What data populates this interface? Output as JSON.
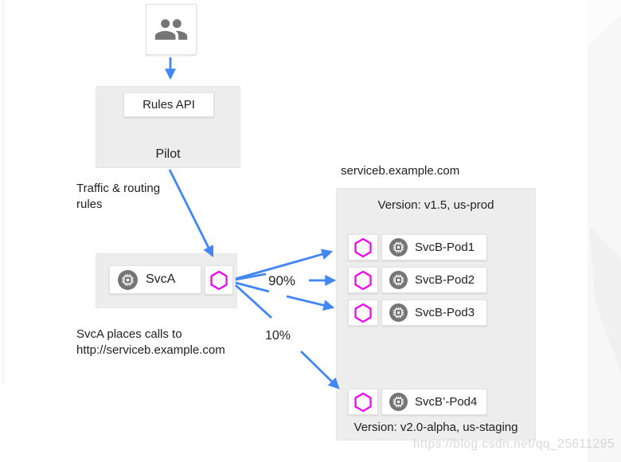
{
  "colors": {
    "arrow_blue": "#4285F4",
    "hex_magenta": "#EE00EE",
    "panel_gray": "#EDEDED",
    "icon_gray": "#757575",
    "text_dark": "#212121"
  },
  "pilot": {
    "rules_api_label": "Rules API",
    "pilot_label": "Pilot"
  },
  "labels": {
    "traffic_rules_line1": "Traffic & routing",
    "traffic_rules_line2": "rules",
    "svca_caption_line1": "SvcA places calls to",
    "svca_caption_line2": "http://serviceb.example.com",
    "split_major": "90%",
    "split_minor": "10%"
  },
  "svca": {
    "label": "SvcA"
  },
  "serviceb": {
    "domain": "serviceb.example.com",
    "prod_version": "Version: v1.5, us-prod",
    "staging_version": "Version: v2.0-alpha, us-staging",
    "pods": [
      "SvcB-Pod1",
      "SvcB-Pod2",
      "SvcB-Pod3"
    ],
    "staging_pod": "SvcB’-Pod4"
  },
  "watermark": "https://blog.csdn.net/qq_25611295"
}
